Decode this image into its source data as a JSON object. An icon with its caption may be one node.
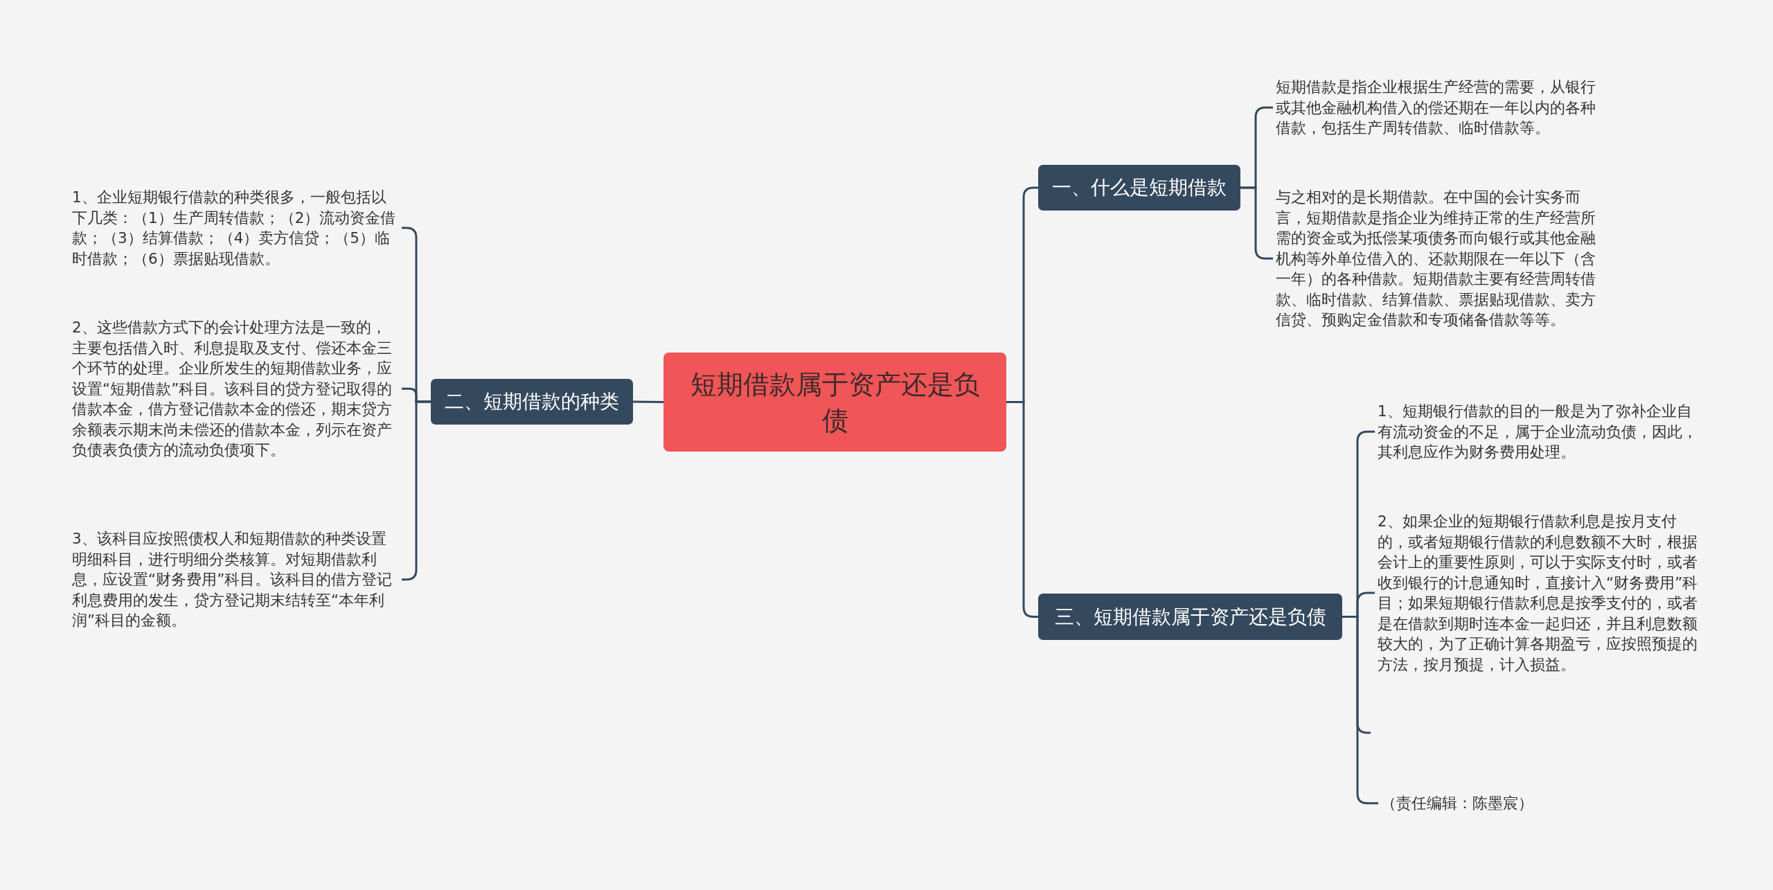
{
  "diagram": {
    "nodes": [
      {
        "text": [
          "短期借款属于资产还是负债"
        ]
      },
      {
        "text": [
          "一、什么是短期借款"
        ]
      },
      {
        "text": [
          "短期借款是指企业根据生产经营的需要，从银行或其他金融机构借入的偿还期在一年以内的各种借款，包括生产周转借款、临时借款等。"
        ]
      },
      {
        "text": [
          "与之相对的是长期借款。在中国的会计实务而言，短期借款是指企业为维持正常的生产经营所需的资金或为抵偿某项债务而向银行或其他金融机构等外单位借入的、还款期限在一年以下（含一年）的各种借款。短期借款主要有经营周转借款、临时借款、结算借款、票据贴现借款、卖方信贷、预购定金借款和专项储备借款等等。"
        ]
      },
      {
        "text": [
          "二、短期借款的种类"
        ]
      },
      {
        "text": [
          "1、企业短期银行借款的种类很多，一般包括以下几类：（1）生产周转借款；（2）流动资金借款；（3）结算借款；（4）卖方信贷；（5）临时借款；（6）票据贴现借款。"
        ]
      },
      {
        "text": [
          "2、这些借款方式下的会计处理方法是一致的，主要包括借入时、利息提取及支付、偿还本金三个环节的处理。企业所发生的短期借款业务，应设置“短期借款”科目。该科目的贷方登记取得的借款本金，借方登记借款本金的偿还，期末贷方余额表示期末尚未偿还的借款本金，列示在资产负债表负债方的流动负债项下。"
        ]
      },
      {
        "text": [
          "3、该科目应按照债权人和短期借款的种类设置明细科目，进行明细分类核算。对短期借款利息，应设置“财务费用”科目。该科目的借方登记利息费用的发生，贷方登记期末结转至“本年利润”科目的金额。"
        ]
      },
      {
        "text": [
          "三、短期借款属于资产还是负债"
        ]
      },
      {
        "text": [
          "1、短期银行借款的目的一般是为了弥补企业自有流动资金的不足，属于企业流动负债，因此，其利息应作为财务费用处理。"
        ]
      },
      {
        "text": [
          "2、如果企业的短期银行借款利息是按月支付的，或者短期银行借款的利息数额不大时，根据会计上的重要性原则，可以于实际支付时，或者收到银行的计息通知时，直接计入“财务费用”科目；如果短期银行借款利息是按季支付的，或者是在借款到期时连本金一起归还，并且利息数额较大的，为了正确计算各期盈亏，应按照预提的方法，按月预提，计入损益。"
        ]
      },
      {
        "text": [
          "（责任编辑：陈墨宸）"
        ]
      }
    ],
    "edges": [
      {
        "from": 0,
        "to": 1,
        "arrow": "none"
      },
      {
        "from": 1,
        "to": 2,
        "arrow": "none"
      },
      {
        "from": 1,
        "to": 3,
        "arrow": "none"
      },
      {
        "from": 0,
        "to": 4,
        "arrow": "none"
      },
      {
        "from": 4,
        "to": 5,
        "arrow": "none"
      },
      {
        "from": 4,
        "to": 6,
        "arrow": "none"
      },
      {
        "from": 4,
        "to": 7,
        "arrow": "none"
      },
      {
        "from": 0,
        "to": 8,
        "arrow": "none"
      },
      {
        "from": 8,
        "to": 9,
        "arrow": "none"
      },
      {
        "from": 8,
        "to": 10,
        "arrow": "none"
      },
      {
        "from": 8,
        "to": null,
        "arrow": "none"
      },
      {
        "from": 8,
        "to": 11,
        "arrow": "none"
      }
    ]
  }
}
